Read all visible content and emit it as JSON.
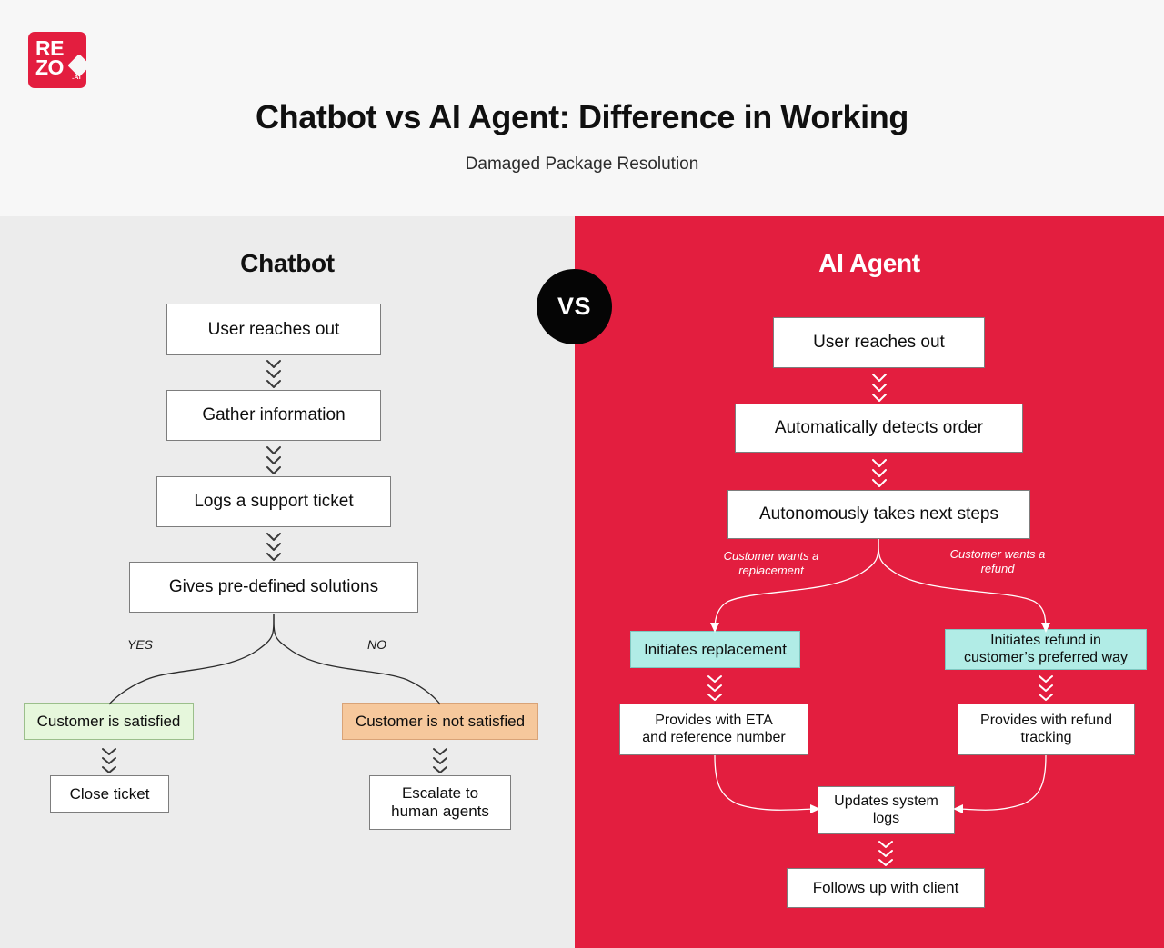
{
  "brand": {
    "logo_text": "REZO",
    "logo_suffix": ".AI",
    "color": "#e31e3f"
  },
  "header": {
    "title": "Chatbot vs AI Agent: Difference in Working",
    "subtitle": "Damaged Package Resolution"
  },
  "versus_badge": {
    "label": "VS",
    "background": "#050505",
    "text_color": "#ffffff"
  },
  "palette": {
    "page_background": "#f7f7f7",
    "left_panel": "#ececec",
    "right_panel": "#e31e3f",
    "node_fill": "#ffffff",
    "green_fill": "#e6f7dc",
    "orange_fill": "#f6c89c",
    "teal_fill": "#b1ece6"
  },
  "left_panel": {
    "heading": "Chatbot",
    "nodes": [
      {
        "id": "cb-1",
        "label": "User reaches out",
        "style": "plain"
      },
      {
        "id": "cb-2",
        "label": "Gather information",
        "style": "plain"
      },
      {
        "id": "cb-3",
        "label": "Logs a support ticket",
        "style": "plain"
      },
      {
        "id": "cb-4",
        "label": "Gives pre-defined solutions",
        "style": "plain"
      },
      {
        "id": "cb-5",
        "label": "Customer is satisfied",
        "style": "green"
      },
      {
        "id": "cb-6",
        "label": "Customer is not satisfied",
        "style": "orange"
      },
      {
        "id": "cb-7",
        "label": "Close ticket",
        "style": "plain"
      },
      {
        "id": "cb-8",
        "label": "Escalate to\nhuman agents",
        "style": "plain"
      }
    ],
    "branch_labels": {
      "yes": "YES",
      "no": "NO"
    }
  },
  "right_panel": {
    "heading": "AI Agent",
    "nodes": [
      {
        "id": "ai-1",
        "label": "User reaches out",
        "style": "plain"
      },
      {
        "id": "ai-2",
        "label": "Automatically detects order",
        "style": "plain"
      },
      {
        "id": "ai-3",
        "label": "Autonomously takes next steps",
        "style": "plain"
      },
      {
        "id": "ai-4",
        "label": "Initiates replacement",
        "style": "teal"
      },
      {
        "id": "ai-5",
        "label": "Initiates refund in\ncustomer’s preferred way",
        "style": "teal"
      },
      {
        "id": "ai-6",
        "label": "Provides with ETA\nand reference number",
        "style": "plain"
      },
      {
        "id": "ai-7",
        "label": "Provides with refund\ntracking",
        "style": "plain"
      },
      {
        "id": "ai-8",
        "label": "Updates system\nlogs",
        "style": "plain"
      },
      {
        "id": "ai-9",
        "label": "Follows up with client",
        "style": "plain"
      }
    ],
    "branch_labels": {
      "replacement": "Customer wants a\nreplacement",
      "refund": "Customer wants a\nrefund"
    }
  }
}
